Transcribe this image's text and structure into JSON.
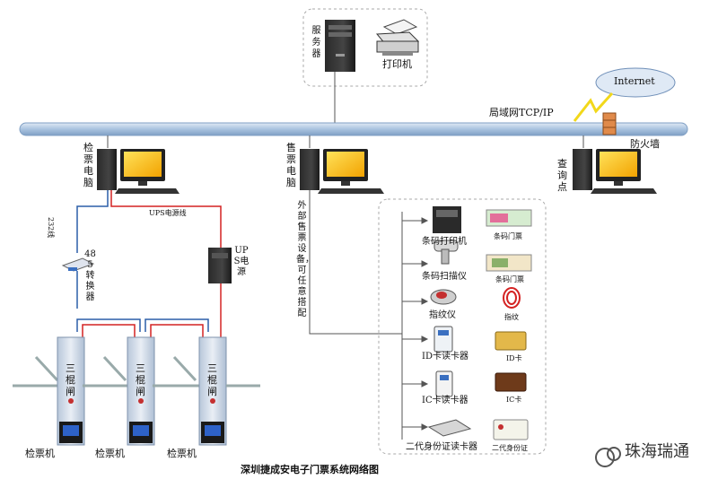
{
  "server": {
    "label": "服务器",
    "printer_label": "打印机"
  },
  "network": {
    "lan_label": "局域网TCP/IP",
    "internet_label": "Internet",
    "firewall_label": "防火墙"
  },
  "checking_pc": {
    "label": "检票电脑"
  },
  "selling_pc": {
    "label": "售票电脑",
    "external_label": "外部售票设备，可任意搭配"
  },
  "query_pc": {
    "label": "查询点"
  },
  "converter": {
    "label": "485转换器",
    "cable_232": "232线"
  },
  "ups": {
    "label": "UPS电源",
    "cable_label": "UPS电源线"
  },
  "turnstiles": {
    "body_label": "三棍闸",
    "terminal_label": "检票机"
  },
  "devices": [
    {
      "device": "条码打印机",
      "media": "条码门票"
    },
    {
      "device": "条码扫描仪",
      "media": "条码门票"
    },
    {
      "device": "指纹仪",
      "media": "指纹"
    },
    {
      "device": "ID卡读卡器",
      "media": "ID卡"
    },
    {
      "device": "IC卡读卡器",
      "media": "IC卡"
    },
    {
      "device": "二代身份证读卡器",
      "media": "二代身份证"
    }
  ],
  "caption": "深圳捷成安电子门票系统网络图",
  "watermark": "珠海瑞通",
  "colors": {
    "bus": "#a9c3df",
    "red_line": "#d42222",
    "blue_line": "#2b5fa8",
    "firewall": "#e08a4a"
  }
}
